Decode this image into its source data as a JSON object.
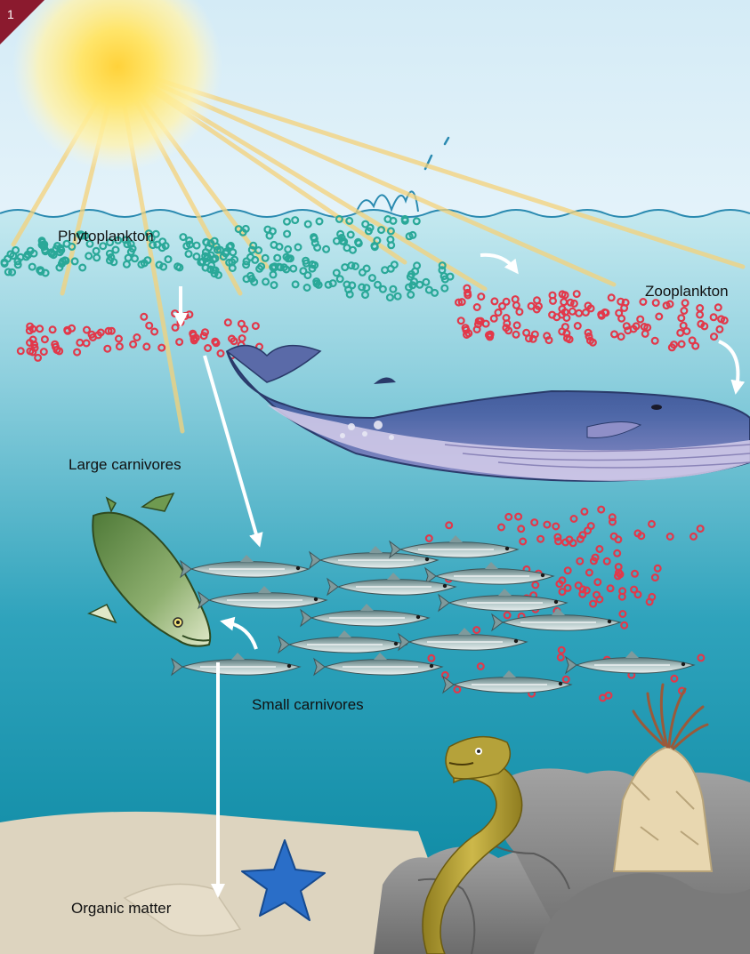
{
  "figure_number": "1",
  "labels": {
    "phytoplankton": "Phytoplankton",
    "zooplankton": "Zooplankton",
    "large_carnivores": "Large carnivores",
    "small_carnivores": "Small carnivores",
    "organic_matter": "Organic matter"
  },
  "colors": {
    "sky": "#dbeef8",
    "water_top": "#bfe6ee",
    "water_bottom": "#0a8aa5",
    "sand": "#ded6c2",
    "phytoplankton": "#2aa898",
    "zooplankton": "#e2384a",
    "badge": "#8b1a2e",
    "arrow": "#ffffff",
    "sun": "#ffd23a",
    "whale_top": "#3a5595",
    "whale_belly": "#cfc9e8",
    "fish": "#8fa8a8",
    "pike": "#6f9a50",
    "eel": "#b5a23a",
    "starfish": "#2a6ec8",
    "rock": "#8c8c8c"
  },
  "icons": [
    "sun-icon",
    "whale-icon",
    "pike-fish-icon",
    "small-fish-icon",
    "moray-eel-icon",
    "starfish-icon",
    "barnacle-icon",
    "rock-icon",
    "food-chain-arrow"
  ]
}
